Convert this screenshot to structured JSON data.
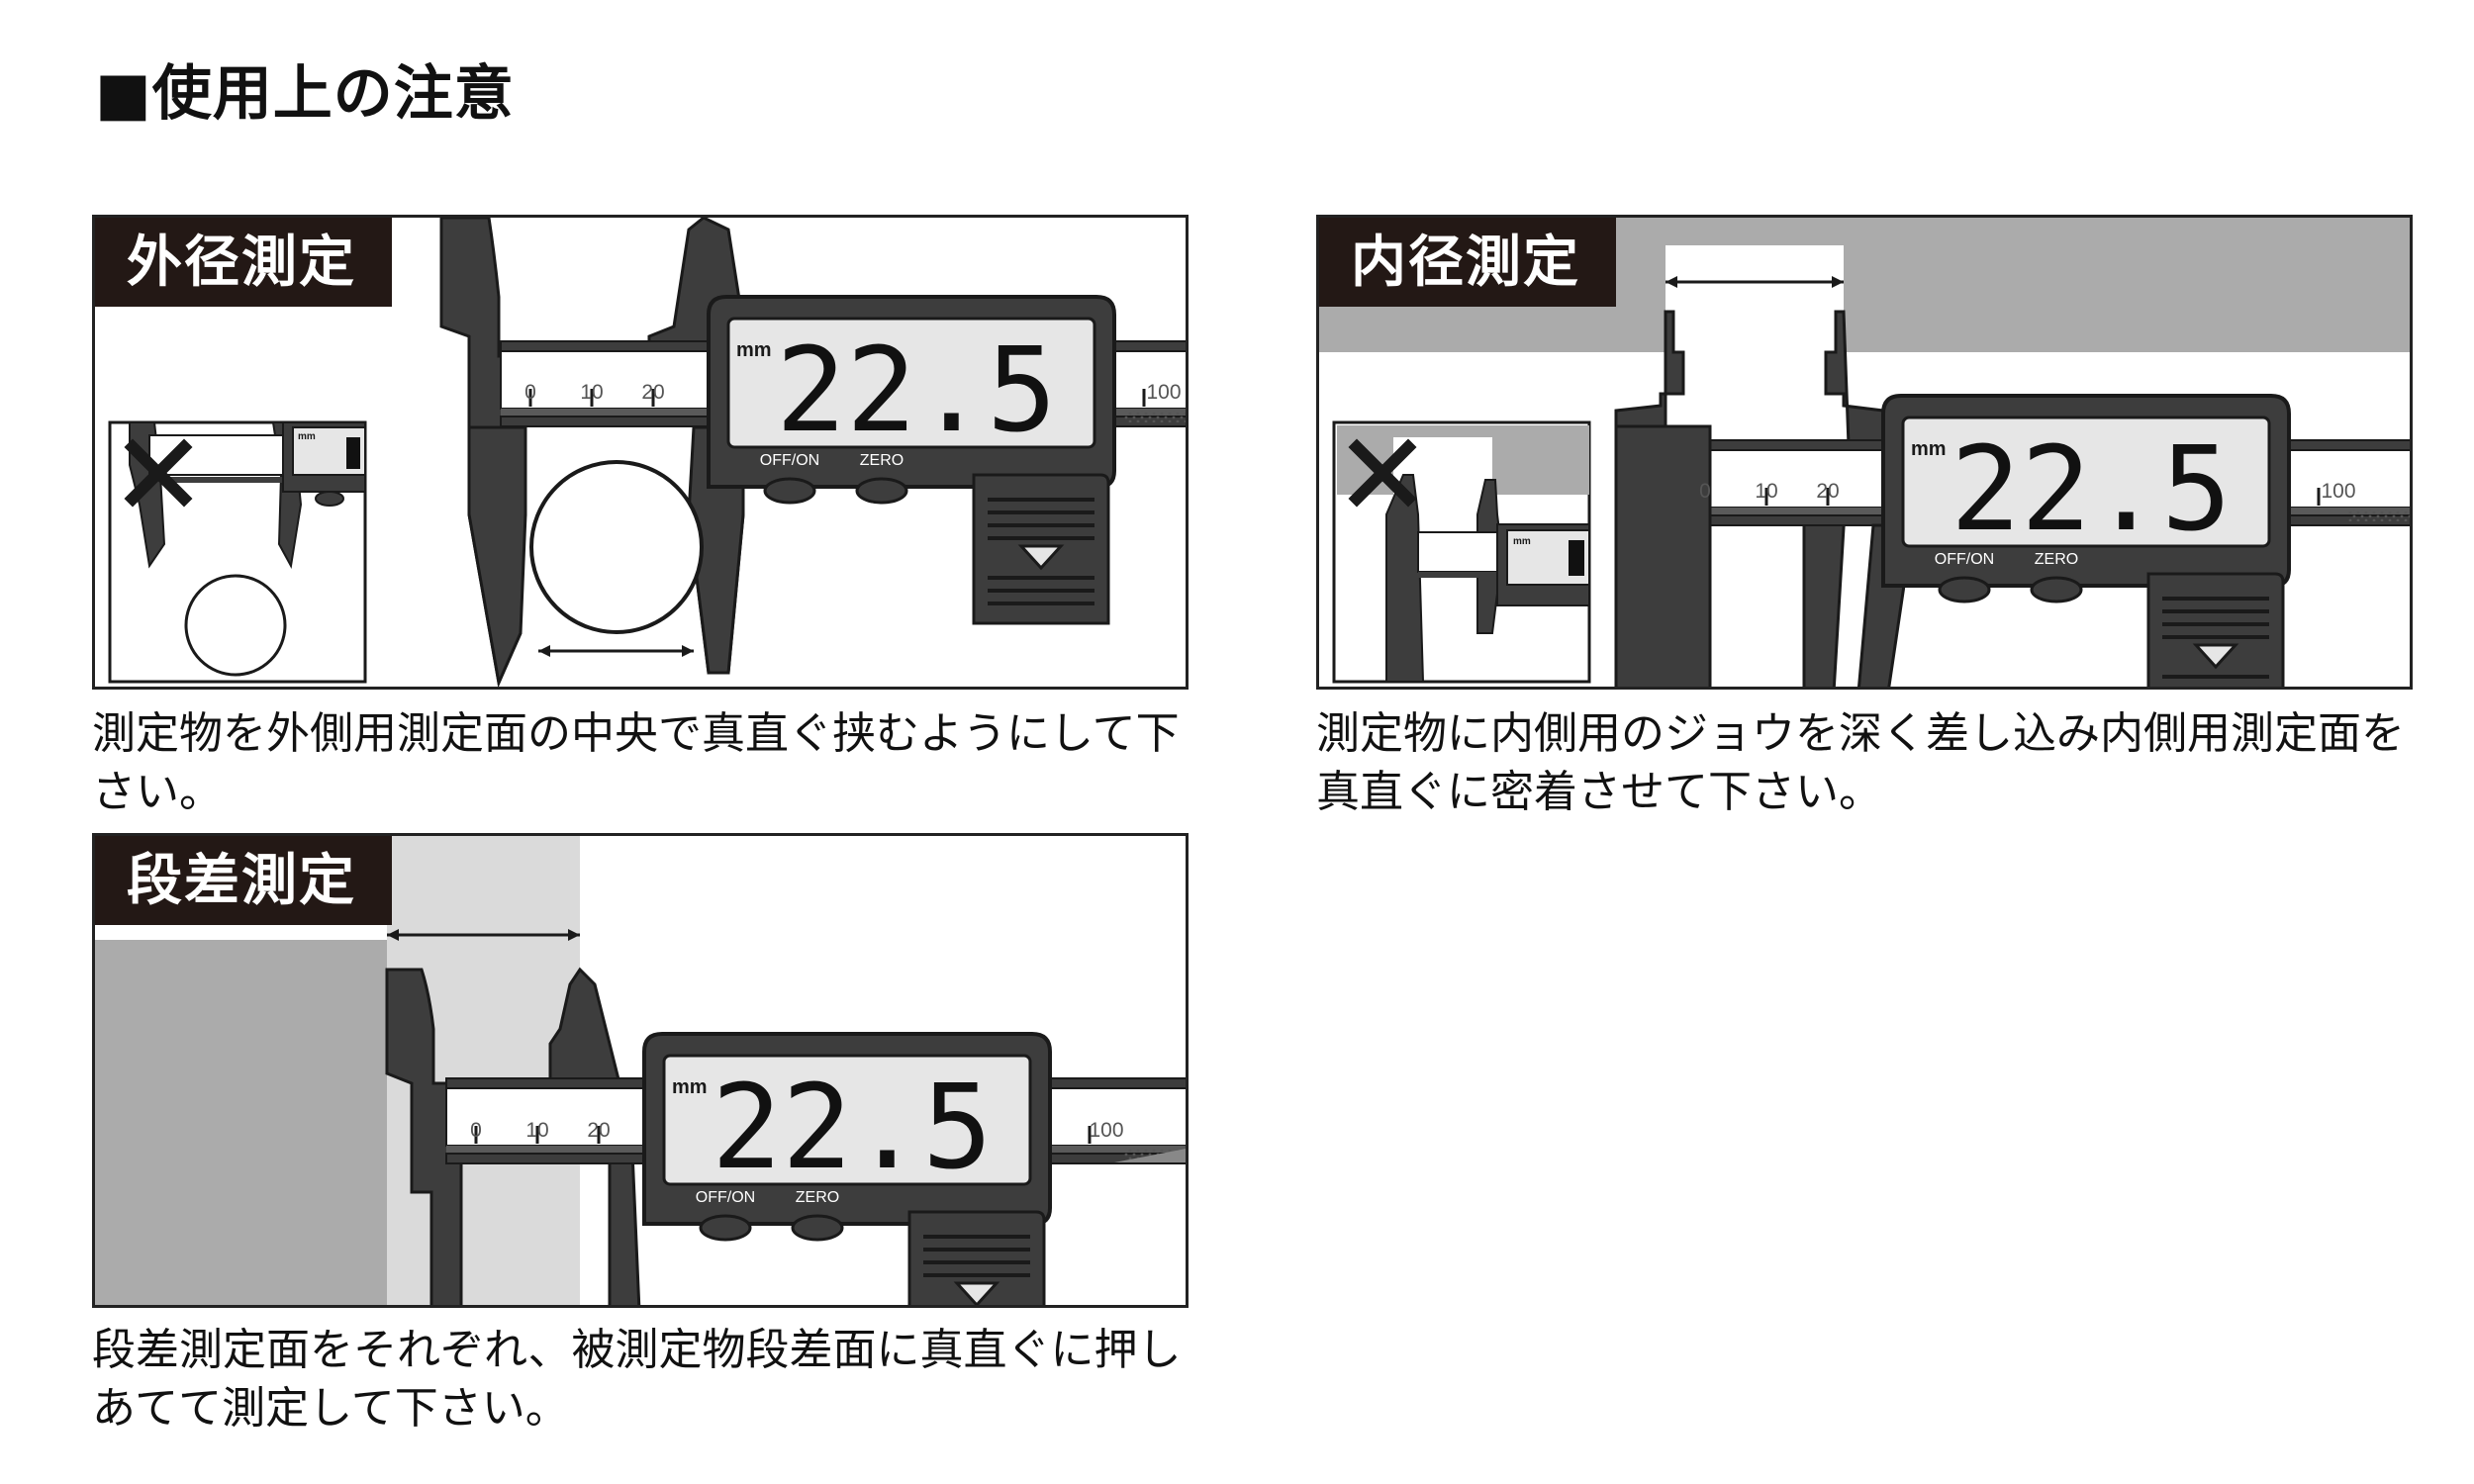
{
  "title": "■使用上の注意",
  "caliper": {
    "unit": "mm",
    "reading": "22.5",
    "btn_off_on": "OFF/ON",
    "btn_zero": "ZERO",
    "scale_0": "0",
    "scale_10": "10",
    "scale_20": "20",
    "scale_100": "100"
  },
  "panels": {
    "outer": {
      "label": "外径測定",
      "caption": "測定物を外側用測定面の中央で真直ぐ挟むようにして下さい。"
    },
    "inner": {
      "label": "内径測定",
      "caption": "測定物に内側用のジョウを深く差し込み内側用測定面を真直ぐに密着させて下さい。"
    },
    "step": {
      "label": "段差測定",
      "caption": "段差測定面をそれぞれ、被測定物段差面に真直ぐに押しあてて測定して下さい。"
    }
  },
  "colors": {
    "body": "#3d3d3d",
    "outline": "#1a1a1a",
    "lcd": "#e6e6e6",
    "gray_block": "#ababab",
    "light_gray": "#dadada"
  }
}
